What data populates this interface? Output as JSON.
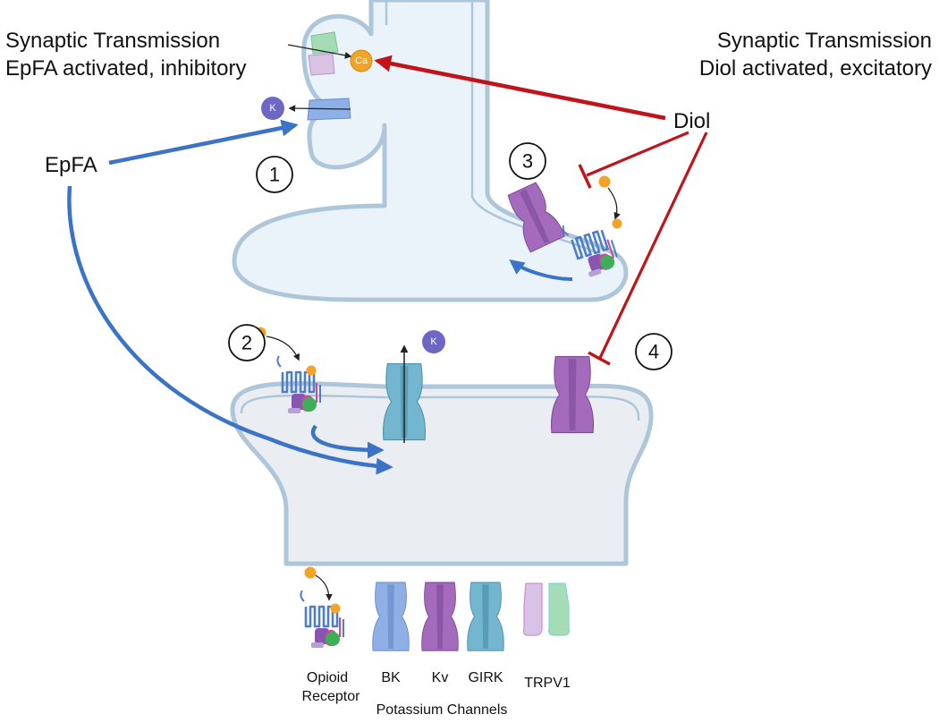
{
  "headers": {
    "left_title": "Synaptic Transmission",
    "left_subtitle": "EpFA activated, inhibitory",
    "right_title": "Synaptic Transmission",
    "right_subtitle": "Diol activated, excitatory"
  },
  "agents": {
    "epfa": "EpFA",
    "diol": "Diol"
  },
  "steps": [
    "1",
    "2",
    "3",
    "4"
  ],
  "ions": {
    "potassium": "K",
    "calcium": "Ca"
  },
  "legend": {
    "opioid_line1": "Opioid",
    "opioid_line2": "Receptor",
    "bk": "BK",
    "kv": "Kv",
    "girk": "GIRK",
    "trpv1": "TRPV1",
    "potassium_channels": "Potassium Channels"
  },
  "colors": {
    "membrane_stroke": "#aec6da",
    "cytoplasm": "#eaf3f9",
    "postsynaptic_fill": "#eaeef3",
    "epfa_arrow": "#3b73c6",
    "diol_arrow": "#c0141a",
    "kv_channel": "#a46bbd",
    "bk_channel": "#8fb0e6",
    "girk_channel": "#74b6cf",
    "trpv1_pink": "#d9c2e6",
    "trpv1_green": "#a4dcb5",
    "ligand": "#f3a428",
    "potassium_ion": "#6d67c6"
  }
}
